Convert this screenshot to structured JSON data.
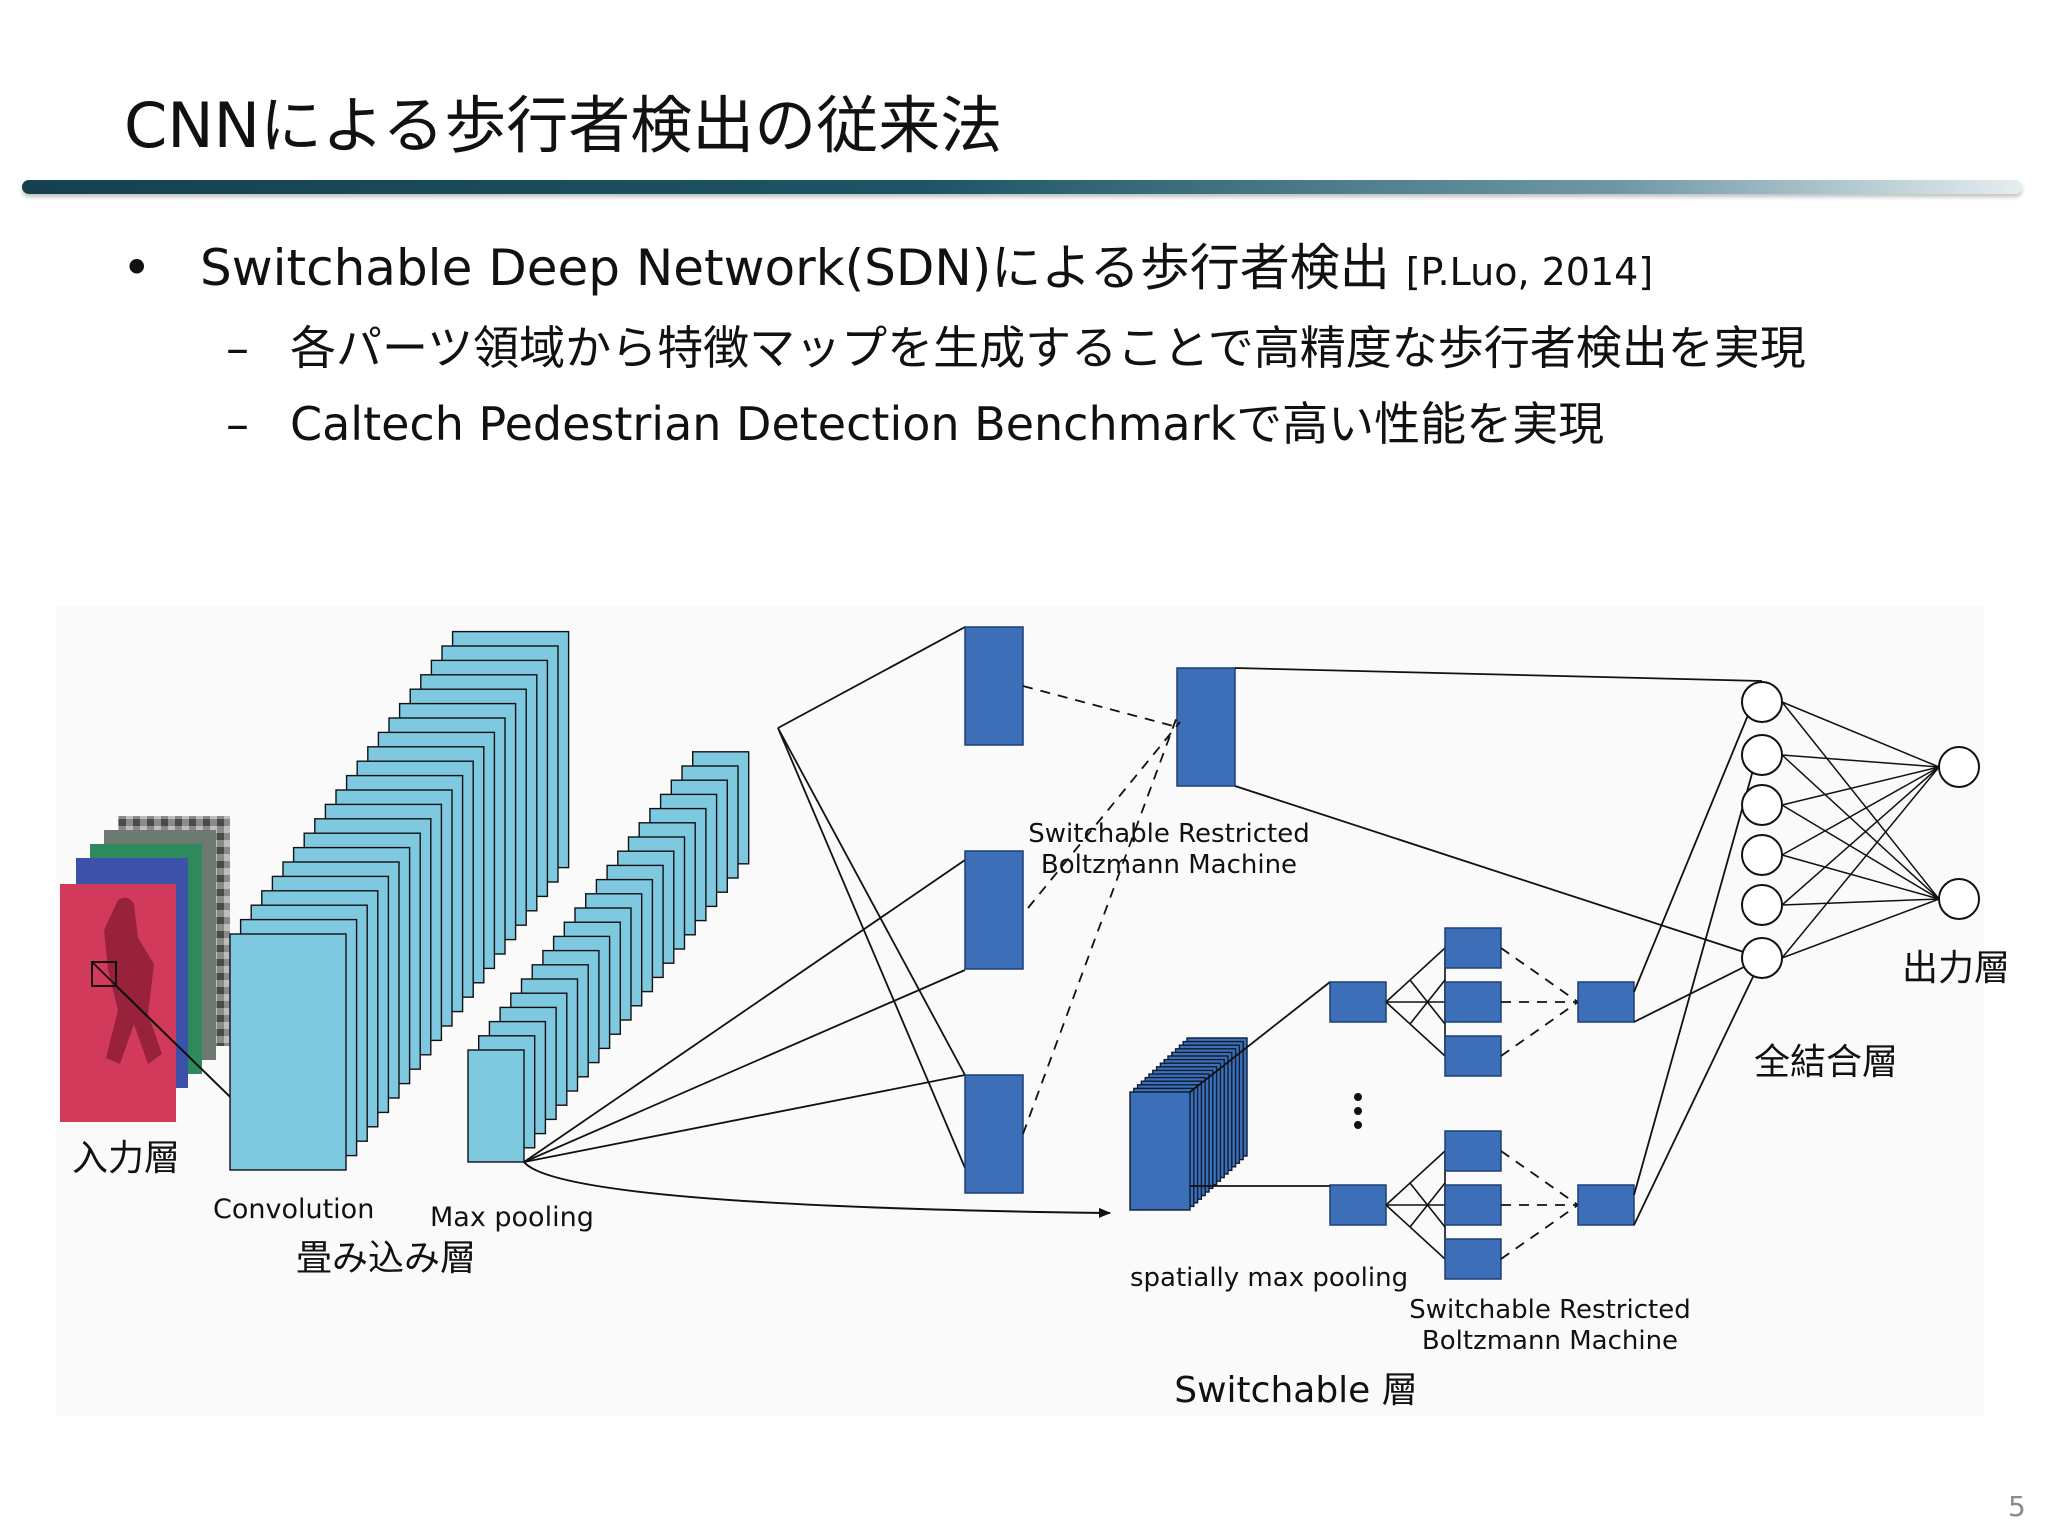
{
  "slide": {
    "title": "CNNによる歩行者検出の従来法",
    "bullets": [
      {
        "marker": "•",
        "text": "Switchable Deep Network(SDN)による歩行者検出",
        "citation": "[P.Luo, 2014]"
      },
      {
        "marker": "–",
        "text": "各パーツ領域から特徴マップを生成することで高精度な歩行者検出を実現"
      },
      {
        "marker": "–",
        "text": "Caltech Pedestrian Detection Benchmarkで高い性能を実現"
      }
    ],
    "page_number": "5"
  },
  "diagram": {
    "labels": {
      "input_layer": "入力層",
      "convolution": "Convolution",
      "max_pooling": "Max pooling",
      "conv_layer": "畳み込み層",
      "srbm_upper_line1": "Switchable Restricted",
      "srbm_upper_line2": "Boltzmann Machine",
      "spatial_pooling": "spatially max pooling",
      "srbm_lower_line1": "Switchable Restricted",
      "srbm_lower_line2": "Boltzmann Machine",
      "switchable_layer": "Switchable 層",
      "fc_layer": "全結合層",
      "output_layer": "出力層"
    },
    "colors": {
      "feature_map_fill": "#7ec8e0",
      "block_fill": "#3d6fb8",
      "line": "#111111",
      "title_rule": "#1d5566",
      "input_tint": "#d23a5c"
    }
  }
}
